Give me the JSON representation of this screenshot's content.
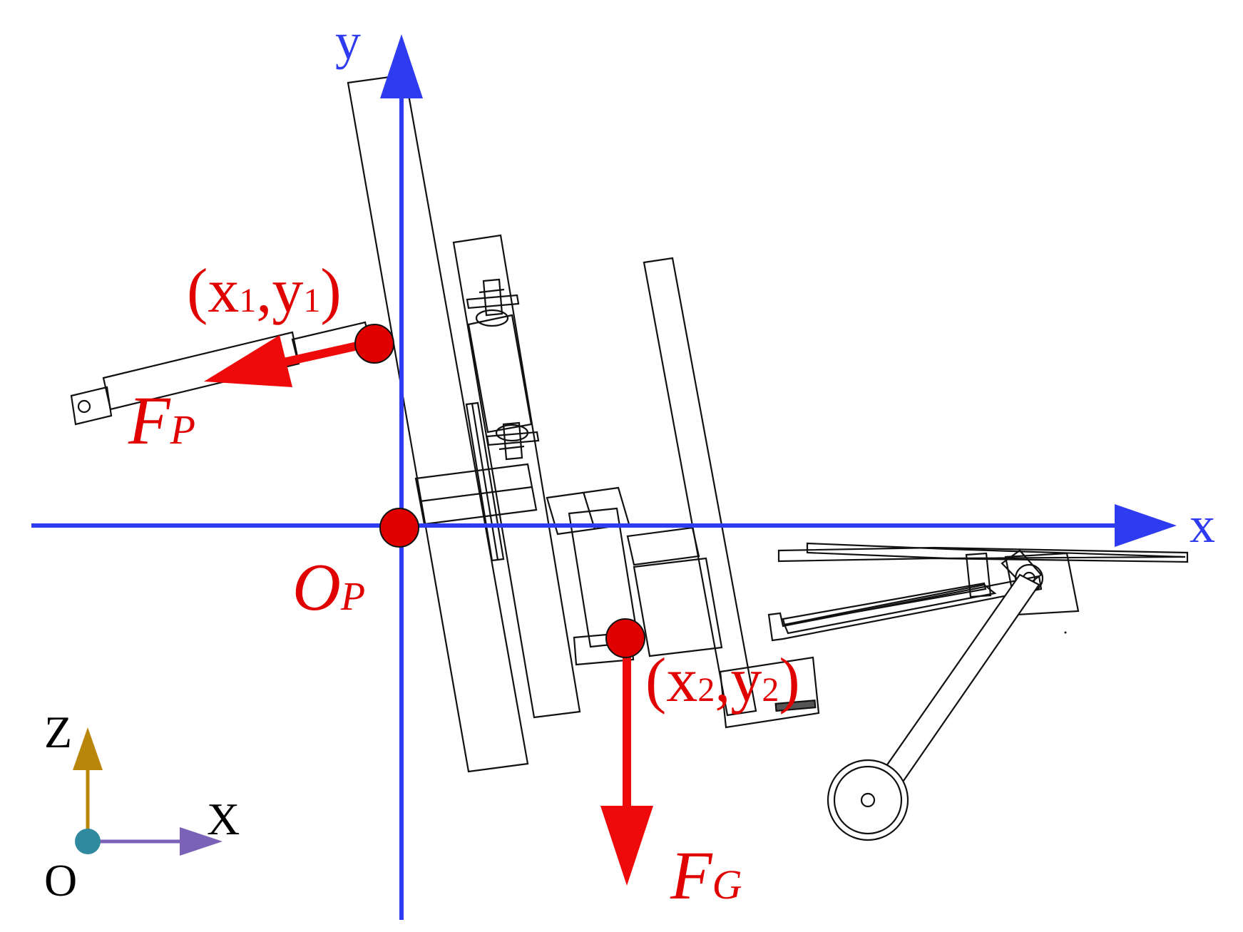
{
  "colors": {
    "main_axes": "#2f3bf0",
    "forces": "#ee0a0a",
    "points_fill": "#e00000",
    "mechanism": "#111111",
    "global_z_axis": "#b8860b",
    "global_x_axis": "#7b62b8",
    "global_origin": "#2f8aa0"
  },
  "axes": {
    "x_label": "x",
    "y_label": "y"
  },
  "points": {
    "p1": {
      "label_open": "(",
      "x_sym": "x",
      "x_sub": "1",
      "comma": ",",
      "y_sym": "y",
      "y_sub": "1",
      "label_close": ")"
    },
    "p2": {
      "label_open": "(",
      "x_sym": "x",
      "x_sub": "2",
      "comma": ",",
      "y_sym": "y",
      "y_sub": "2",
      "label_close": ")"
    },
    "origin": {
      "symbol": "O",
      "subscript": "P"
    }
  },
  "forces": {
    "fp": {
      "symbol": "F",
      "subscript": "P"
    },
    "fg": {
      "symbol": "F",
      "subscript": "G"
    }
  },
  "global_frame": {
    "z_label": "Z",
    "x_label": "X",
    "origin_label": "O"
  },
  "icons": {
    "origin_point": "filled-circle",
    "global_origin": "filled-dot",
    "wheel": "circle-wheel"
  }
}
